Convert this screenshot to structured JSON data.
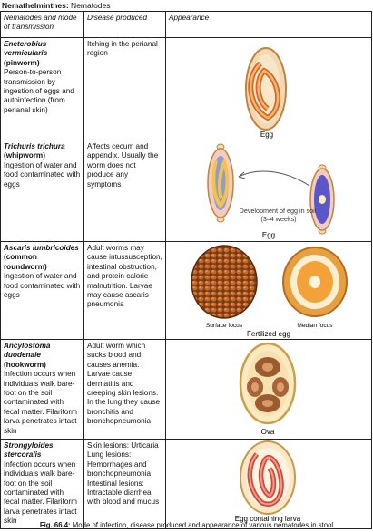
{
  "heading": {
    "bold": "Nemathelminthes:",
    "rest": " Nematodes"
  },
  "columns": [
    "Nematodes and mode of transmission",
    "Disease produced",
    "Appearance"
  ],
  "rows": [
    {
      "scientific": "Eneterobius vermicularis",
      "common": "(pinworm)",
      "transmission": "Person-to-person transmission by ingestion of eggs and autoinfection (from perianal skin)",
      "disease": "Itching in the perianal region",
      "image_labels": [
        "Egg"
      ]
    },
    {
      "scientific": "Trichuris trichura",
      "common": "(whipworm)",
      "transmission": "Ingestion of water and food contaminated with eggs",
      "disease": "Affects cecum and appendix. Usually the worm does not produce any symptoms",
      "image_labels": [
        "Development of egg in soil (3–4 weeks)",
        "Egg"
      ]
    },
    {
      "scientific": "Ascaris lumbricoides",
      "common": "(common roundworm)",
      "transmission": "Ingestion of water and food contaminated with eggs",
      "disease": "Adult worms may cause intussusception, intestinal obstruction, and protein calorie malnutrition. Larvae may cause ascaris pneumonia",
      "image_labels": [
        "Surface focus",
        "Median focus",
        "Fertilized egg"
      ]
    },
    {
      "scientific": "Ancylostoma duodenale",
      "common": "(hookworm)",
      "transmission": "Infection occurs when individuals walk bare-foot on the soil contaminated with fecal matter. Filariform larva penetrates intact skin",
      "disease": "Adult worm which sucks blood and causes anemia. Larvae cause dermatitis and creeping skin lesions. In the lung they cause bronchitis and bronchopneumonia",
      "image_labels": [
        "Ova"
      ]
    },
    {
      "scientific": "Strongyloides stercoralis",
      "common": "",
      "transmission": "Infection occurs when individuals walk bare-foot on the soil contaminated with fecal matter. Filariform larva penetrates intact skin",
      "disease": "Skin lesions: Urticaria Lung lesions: Hemorrhages and bronchopneumonia Intestinal lesions: Intractable diarrhea with blood and mucus",
      "image_labels": [
        "Egg containing larva"
      ]
    }
  ],
  "caption": {
    "bold": "Fig. 66.4:",
    "rest": " Mode of infection, disease produced and appearance of various nematodes in stool"
  }
}
